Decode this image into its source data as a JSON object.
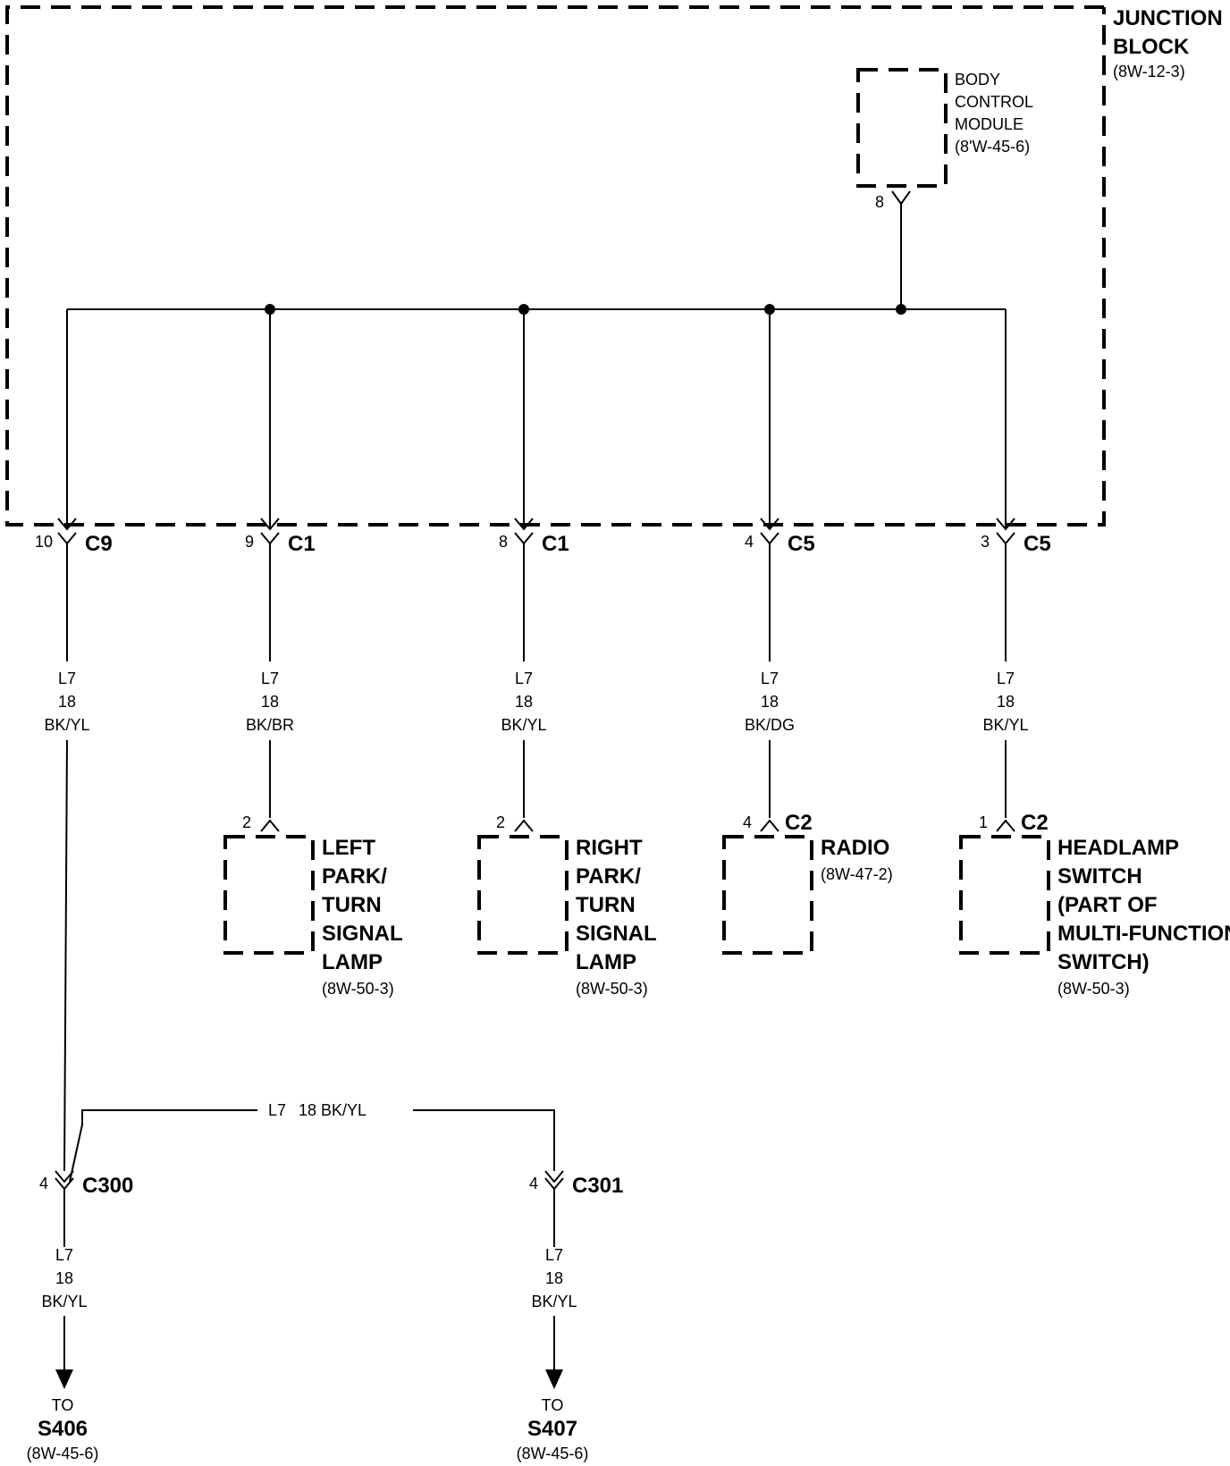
{
  "junction_block": {
    "title_line1": "JUNCTION",
    "title_line2": "BLOCK",
    "ref": "(8W-12-3)"
  },
  "bcm": {
    "line1": "BODY",
    "line2": "CONTROL",
    "line3": "MODULE",
    "ref": "(8'W-45-6)",
    "pin": "8"
  },
  "jb_connectors": [
    {
      "pin": "10",
      "connector": "C9",
      "wire": {
        "circuit": "L7",
        "gauge": "18",
        "color": "BK/YL"
      }
    },
    {
      "pin": "9",
      "connector": "C1",
      "wire": {
        "circuit": "L7",
        "gauge": "18",
        "color": "BK/BR"
      }
    },
    {
      "pin": "8",
      "connector": "C1",
      "wire": {
        "circuit": "L7",
        "gauge": "18",
        "color": "BK/YL"
      }
    },
    {
      "pin": "4",
      "connector": "C5",
      "wire": {
        "circuit": "L7",
        "gauge": "18",
        "color": "BK/DG"
      }
    },
    {
      "pin": "3",
      "connector": "C5",
      "wire": {
        "circuit": "L7",
        "gauge": "18",
        "color": "BK/YL"
      }
    }
  ],
  "components": [
    {
      "pin": "2",
      "connector": "",
      "lines": [
        "LEFT",
        "PARK/",
        "TURN",
        "SIGNAL",
        "LAMP"
      ],
      "ref": "(8W-50-3)"
    },
    {
      "pin": "2",
      "connector": "",
      "lines": [
        "RIGHT",
        "PARK/",
        "TURN",
        "SIGNAL",
        "LAMP"
      ],
      "ref": "(8W-50-3)"
    },
    {
      "pin": "4",
      "connector": "C2",
      "lines": [
        "RADIO"
      ],
      "ref": "(8W-47-2)"
    },
    {
      "pin": "1",
      "connector": "C2",
      "lines": [
        "HEADLAMP",
        "SWITCH",
        "(PART OF",
        "MULTI-FUNCTION",
        "SWITCH)"
      ],
      "ref": "(8W-50-3)"
    }
  ],
  "cross_wire": {
    "circuit": "L7",
    "gauge_color": "18 BK/YL"
  },
  "lower_connectors": [
    {
      "pin": "4",
      "connector": "C300",
      "wire": {
        "circuit": "L7",
        "gauge": "18",
        "color": "BK/YL"
      },
      "to": "TO",
      "splice": "S406",
      "ref": "(8W-45-6)"
    },
    {
      "pin": "4",
      "connector": "C301",
      "wire": {
        "circuit": "L7",
        "gauge": "18",
        "color": "BK/YL"
      },
      "to": "TO",
      "splice": "S407",
      "ref": "(8W-45-6)"
    }
  ]
}
